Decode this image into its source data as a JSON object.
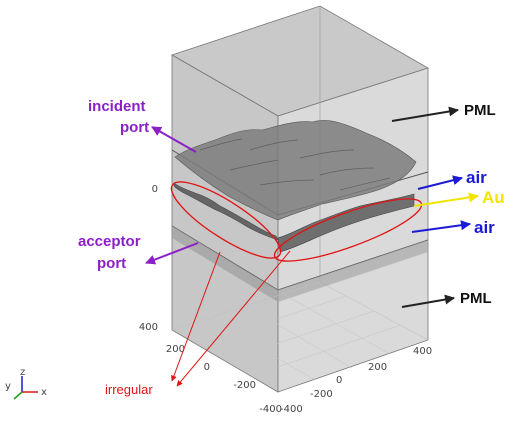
{
  "labels": {
    "incident_port": [
      "incident",
      "port"
    ],
    "acceptor_port": [
      "acceptor",
      "port"
    ],
    "pml_top": "PML",
    "pml_bottom": "PML",
    "air_top": "air",
    "au": "Au",
    "air_bottom": "air",
    "irregular": "irregular",
    "zero": "0"
  },
  "ticks": {
    "left_axis": [
      "400",
      "200",
      "0",
      "-200",
      "-400"
    ],
    "right_axis": [
      "400",
      "200",
      "0",
      "-200",
      "-400"
    ]
  },
  "triad": {
    "z": "z",
    "y": "y",
    "x": "x"
  },
  "colors": {
    "purple": "#8b1fc8",
    "blue": "#1b1bd6",
    "yellow": "#f2e400",
    "red": "#e01414",
    "dark": "#222222"
  }
}
